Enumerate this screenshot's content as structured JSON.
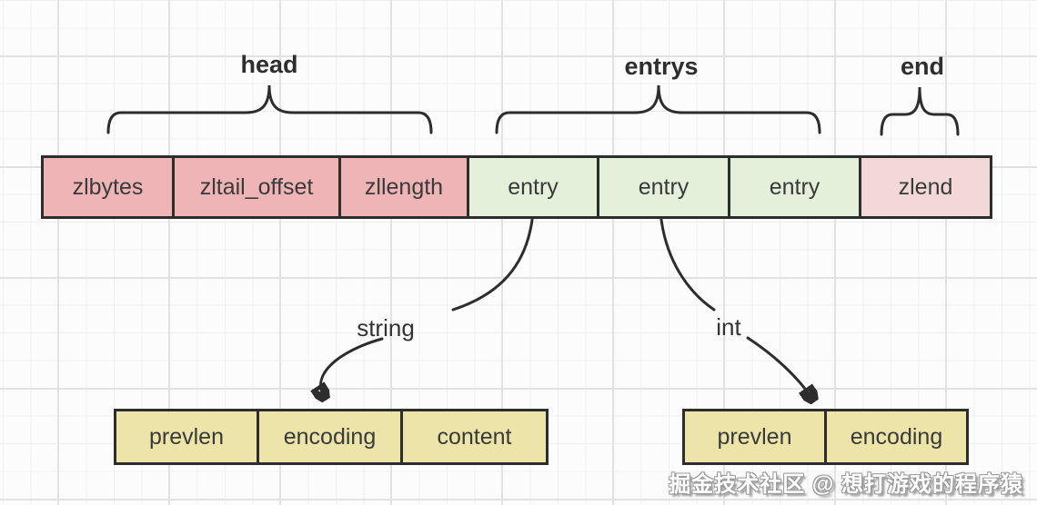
{
  "diagram": {
    "section_labels": {
      "head": "head",
      "entrys": "entrys",
      "end": "end"
    },
    "ziplist_row": {
      "cells": [
        {
          "label": "zlbytes",
          "group": "head"
        },
        {
          "label": "zltail_offset",
          "group": "head"
        },
        {
          "label": "zllength",
          "group": "head"
        },
        {
          "label": "entry",
          "group": "entrys"
        },
        {
          "label": "entry",
          "group": "entrys"
        },
        {
          "label": "entry",
          "group": "entrys"
        },
        {
          "label": "zlend",
          "group": "end"
        }
      ]
    },
    "arrow_labels": {
      "string": "string",
      "int": "int"
    },
    "entry_detail_string": {
      "cells": [
        "prevlen",
        "encoding",
        "content"
      ]
    },
    "entry_detail_int": {
      "cells": [
        "prevlen",
        "encoding"
      ]
    },
    "watermark": "掘金技术社区 @ 想打游戏的程序猿",
    "colors": {
      "stroke": "#2d2d2d",
      "head_fill": "#efb5b6",
      "entry_fill": "#e5f0da",
      "zlend_fill": "#f3d8d8",
      "detail_fill": "#ece4a9"
    }
  }
}
